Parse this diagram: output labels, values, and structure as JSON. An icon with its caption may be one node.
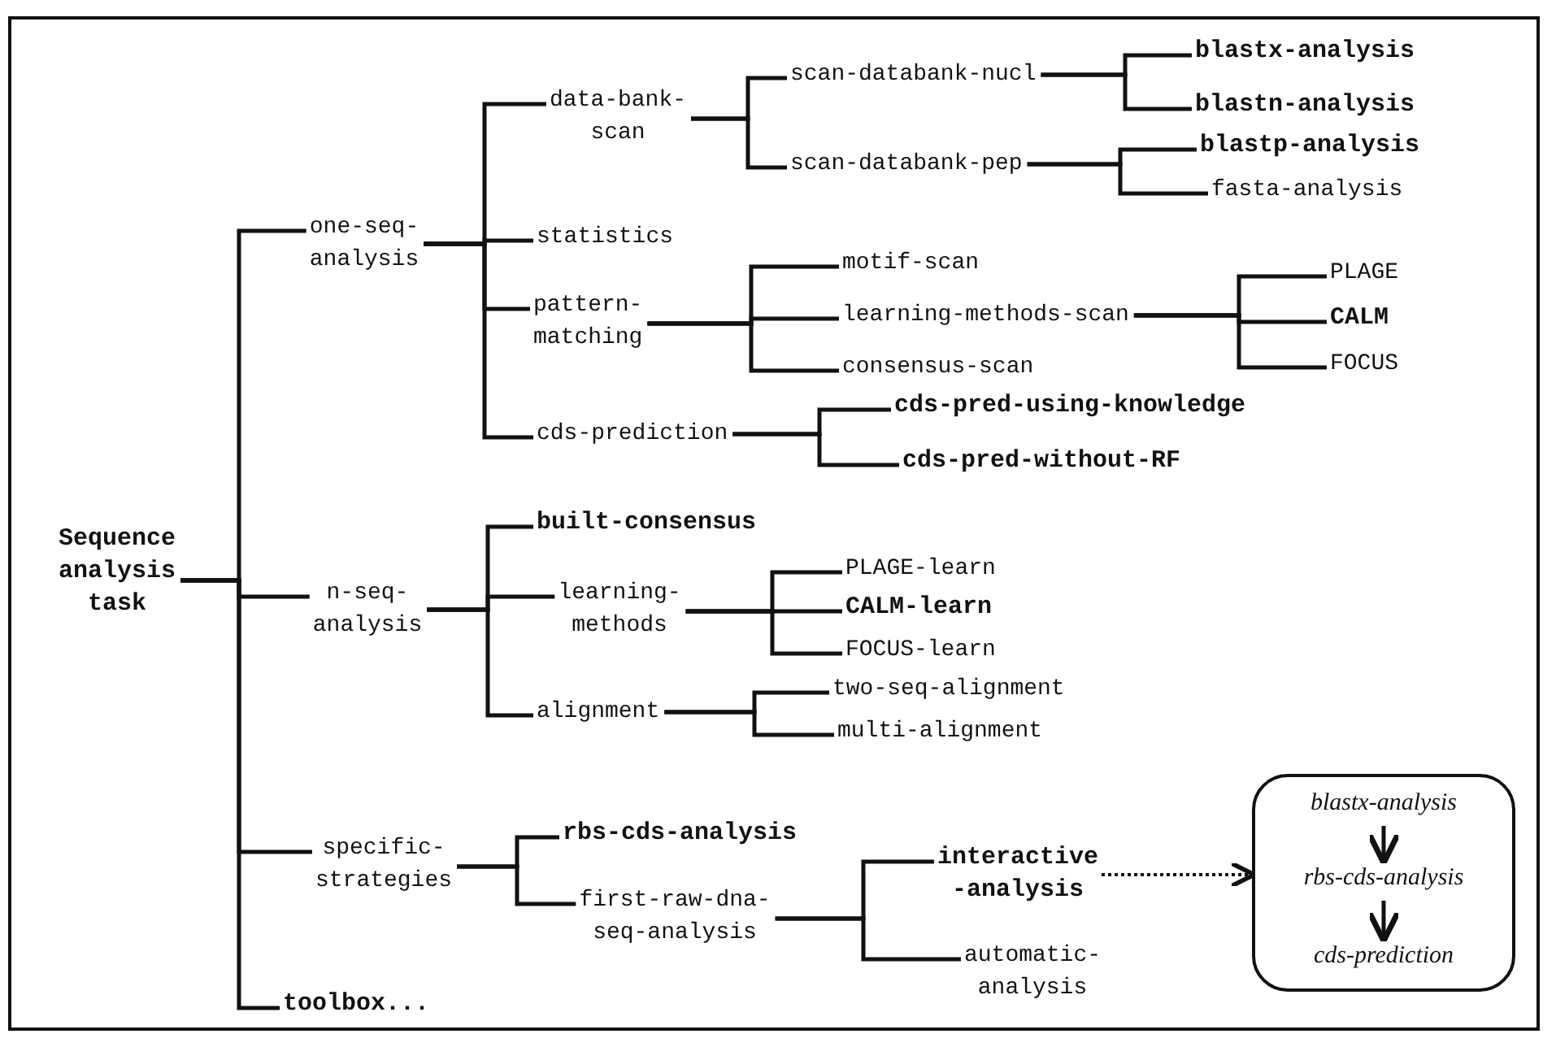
{
  "diagram": {
    "nodes": [
      {
        "text": [
          "Sequence analysis task"
        ]
      },
      {
        "text": [
          "one-seq- analysis"
        ]
      },
      {
        "text": [
          "data-bank- scan"
        ]
      },
      {
        "text": [
          "scan-databank-nucl"
        ]
      },
      {
        "text": [
          "blastx-analysis"
        ]
      },
      {
        "text": [
          "blastn-analysis"
        ]
      },
      {
        "text": [
          "scan-databank-pep"
        ]
      },
      {
        "text": [
          "blastp-analysis"
        ]
      },
      {
        "text": [
          "fasta-analysis"
        ]
      },
      {
        "text": [
          "statistics"
        ]
      },
      {
        "text": [
          "pattern- matching"
        ]
      },
      {
        "text": [
          "motif-scan"
        ]
      },
      {
        "text": [
          "learning-methods-scan"
        ]
      },
      {
        "text": [
          "consensus-scan"
        ]
      },
      {
        "text": [
          "PLAGE"
        ]
      },
      {
        "text": [
          "CALM"
        ]
      },
      {
        "text": [
          "FOCUS"
        ]
      },
      {
        "text": [
          "cds-prediction"
        ]
      },
      {
        "text": [
          "cds-pred-using-knowledge"
        ]
      },
      {
        "text": [
          "cds-pred-without-RF"
        ]
      },
      {
        "text": [
          "n-seq- analysis"
        ]
      },
      {
        "text": [
          "built-consensus"
        ]
      },
      {
        "text": [
          "learning- methods"
        ]
      },
      {
        "text": [
          "PLAGE-learn"
        ]
      },
      {
        "text": [
          "CALM-learn"
        ]
      },
      {
        "text": [
          "FOCUS-learn"
        ]
      },
      {
        "text": [
          "alignment"
        ]
      },
      {
        "text": [
          "two-seq-alignment"
        ]
      },
      {
        "text": [
          "multi-alignment"
        ]
      },
      {
        "text": [
          "specific- strategies"
        ]
      },
      {
        "text": [
          "rbs-cds-analysis"
        ]
      },
      {
        "text": [
          "first-raw-dna- seq-analysis"
        ]
      },
      {
        "text": [
          "interactive -analysis"
        ]
      },
      {
        "text": [
          "automatic- analysis"
        ]
      },
      {
        "text": [
          "toolbox..."
        ]
      },
      {
        "text": [],
        "shape": "box"
      },
      {
        "text": [
          "blastx-analysis"
        ],
        "in": 35
      },
      {
        "text": [
          "rbs-cds-analysis"
        ],
        "in": 35
      },
      {
        "text": [
          "cds-prediction"
        ],
        "in": 35
      }
    ],
    "edges": [
      {
        "from": 0,
        "to": 1,
        "arrow": "none"
      },
      {
        "from": 0,
        "to": 20,
        "arrow": "none"
      },
      {
        "from": 0,
        "to": 29,
        "arrow": "none"
      },
      {
        "from": 0,
        "to": 34,
        "arrow": "none"
      },
      {
        "from": 1,
        "to": 2,
        "arrow": "none"
      },
      {
        "from": 1,
        "to": 9,
        "arrow": "none"
      },
      {
        "from": 1,
        "to": 10,
        "arrow": "none"
      },
      {
        "from": 1,
        "to": 17,
        "arrow": "none"
      },
      {
        "from": 2,
        "to": 3,
        "arrow": "none"
      },
      {
        "from": 2,
        "to": 6,
        "arrow": "none"
      },
      {
        "from": 3,
        "to": 4,
        "arrow": "none"
      },
      {
        "from": 3,
        "to": 5,
        "arrow": "none"
      },
      {
        "from": 6,
        "to": 7,
        "arrow": "none"
      },
      {
        "from": 6,
        "to": 8,
        "arrow": "none"
      },
      {
        "from": 10,
        "to": 11,
        "arrow": "none"
      },
      {
        "from": 10,
        "to": 12,
        "arrow": "none"
      },
      {
        "from": 10,
        "to": 13,
        "arrow": "none"
      },
      {
        "from": 12,
        "to": 14,
        "arrow": "none"
      },
      {
        "from": 12,
        "to": 15,
        "arrow": "none"
      },
      {
        "from": 12,
        "to": 16,
        "arrow": "none"
      },
      {
        "from": 17,
        "to": 18,
        "arrow": "none"
      },
      {
        "from": 17,
        "to": 19,
        "arrow": "none"
      },
      {
        "from": 20,
        "to": 21,
        "arrow": "none"
      },
      {
        "from": 20,
        "to": 22,
        "arrow": "none"
      },
      {
        "from": 20,
        "to": 26,
        "arrow": "none"
      },
      {
        "from": 22,
        "to": 23,
        "arrow": "none"
      },
      {
        "from": 22,
        "to": 24,
        "arrow": "none"
      },
      {
        "from": 22,
        "to": 25,
        "arrow": "none"
      },
      {
        "from": 26,
        "to": 27,
        "arrow": "none"
      },
      {
        "from": 26,
        "to": 28,
        "arrow": "none"
      },
      {
        "from": 29,
        "to": 30,
        "arrow": "none"
      },
      {
        "from": 29,
        "to": 31,
        "arrow": "none"
      },
      {
        "from": 31,
        "to": 32,
        "arrow": "none"
      },
      {
        "from": 31,
        "to": 33,
        "arrow": "none"
      },
      {
        "from": 32,
        "to": 35,
        "arrow": "to",
        "style": "dashed"
      },
      {
        "from": 36,
        "to": 37,
        "arrow": "to"
      },
      {
        "from": 37,
        "to": 38,
        "arrow": "to"
      }
    ]
  }
}
